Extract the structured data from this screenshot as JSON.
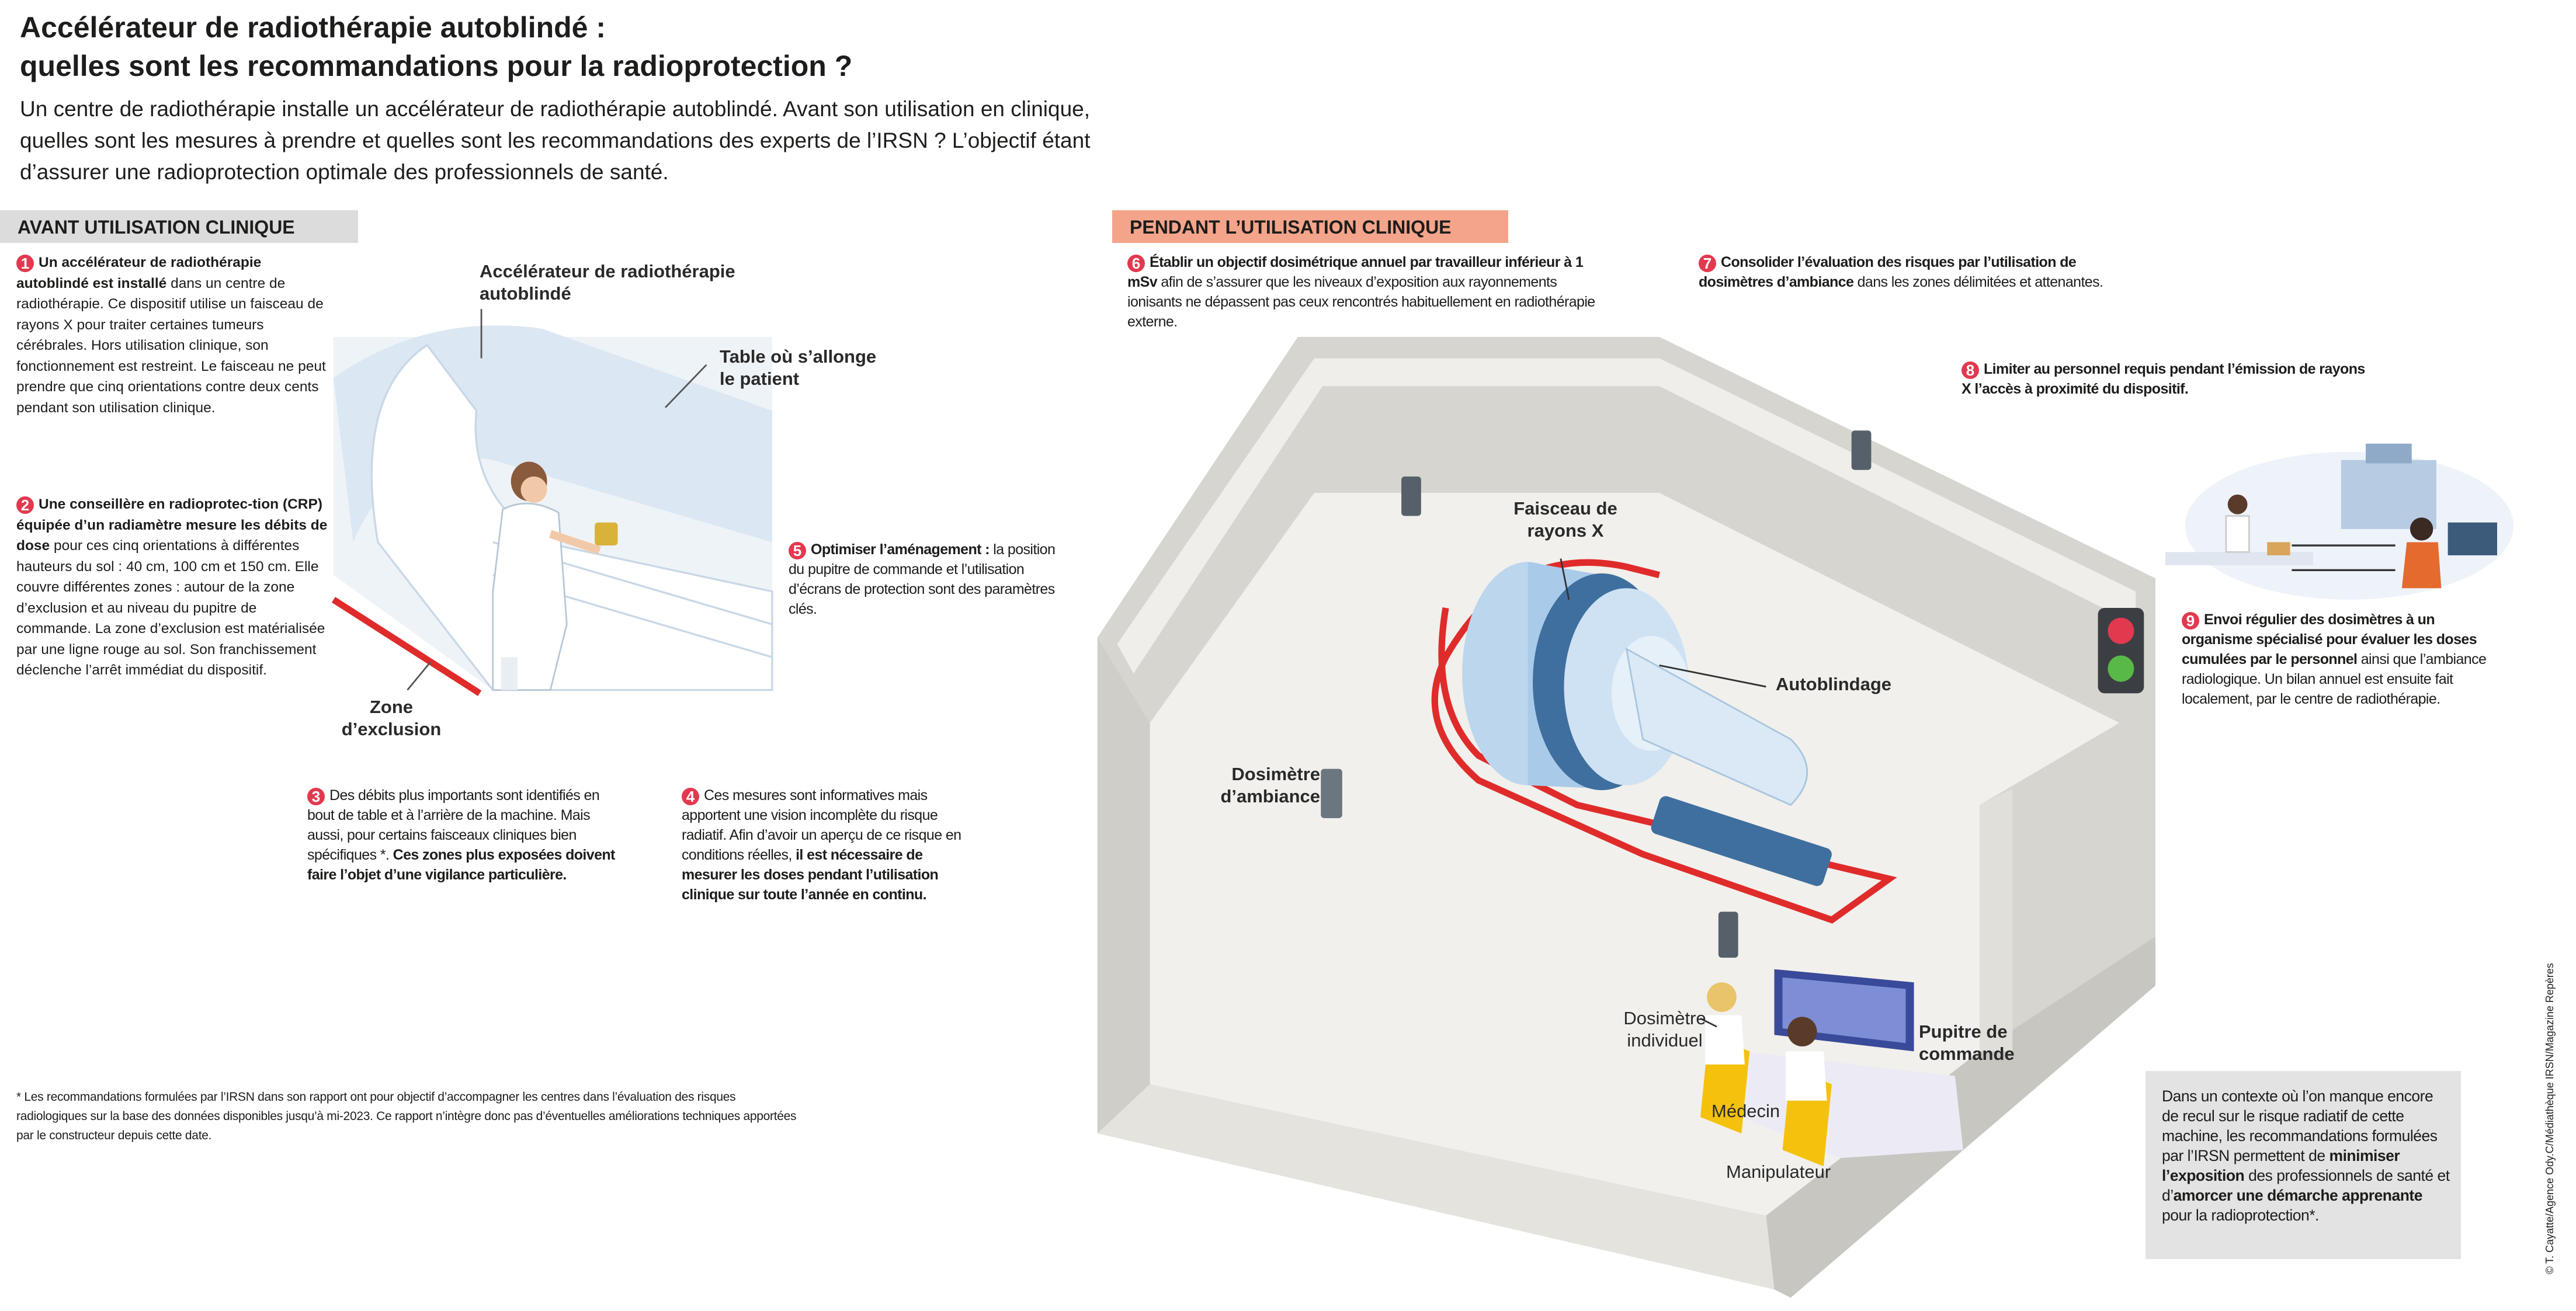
{
  "title": {
    "line1": "Accélérateur de radiothérapie autoblindé :",
    "line2": "quelles sont les recommandations pour la radioprotection ?"
  },
  "intro": "Un centre de radiothérapie installe un accélérateur de radiothérapie autoblindé. Avant son utilisation en clinique, quelles sont les mesures à prendre et quelles sont les recommandations des experts de l’IRSN ? L’objectif étant d’assurer une radioprotection optimale des professionnels de santé.",
  "sections": {
    "avant": "AVANT UTILISATION CLINIQUE",
    "pendant": "PENDANT L’UTILISATION CLINIQUE"
  },
  "items": [
    {
      "num": "1",
      "bold": "Un accélérateur de radiothérapie autoblindé est installé",
      "text": " dans un centre de radiothérapie. Ce dispositif utilise un faisceau de rayons X pour traiter certaines tumeurs cérébrales. Hors utilisation clinique, son fonctionnement est restreint. Le faisceau ne peut prendre que cinq orientations contre deux cents pendant son utilisation clinique."
    },
    {
      "num": "2",
      "bold": "Une conseillère en radioprotec-tion (CRP) équipée d’un radiamètre mesure les débits de dose",
      "text": " pour ces cinq orientations à différentes hauteurs du sol : 40 cm, 100 cm et 150 cm. Elle couvre différentes zones : autour de la zone d’exclusion et au niveau du pupitre de commande. La zone d’exclusion est matérialisée par une ligne rouge au sol. Son franchissement déclenche l’arrêt immédiat du dispositif."
    },
    {
      "num": "3",
      "text": "Des débits plus importants sont identifiés en bout de table et à l’arrière de la machine. Mais aussi, pour certains faisceaux cliniques bien spécifiques *. ",
      "bold": "Ces zones plus exposées doivent faire l’objet d’une vigilance particulière."
    },
    {
      "num": "4",
      "text": "Ces mesures sont informatives mais apportent une vision incomplète du risque radiatif. Afin d’avoir un aperçu de ce risque en conditions réelles, ",
      "bold": "il est nécessaire de mesurer les doses pendant l’utilisation clinique sur toute l’année en continu."
    },
    {
      "num": "5",
      "bold": "Optimiser l’aménagement :",
      "text": " la position du pupitre de commande et l’utilisation d’écrans de protection sont des paramètres clés."
    },
    {
      "num": "6",
      "bold": "Établir un objectif dosimétrique annuel par travailleur inférieur à 1 mSv",
      "text": " afin de s’assurer que les niveaux d’exposition aux rayonnements ionisants ne dépassent pas ceux rencontrés habituellement en radiothérapie externe."
    },
    {
      "num": "7",
      "bold": "Consolider l’évaluation des risques par l’utilisation de dosimètres d’ambiance",
      "text": " dans les zones délimitées et attenantes."
    },
    {
      "num": "8",
      "bold": "Limiter au personnel requis pendant l’émission de rayons X l’accès à proximité du dispositif.",
      "text": ""
    },
    {
      "num": "9",
      "bold": "Envoi régulier des dosimètres à un organisme spécialisé pour évaluer les doses cumulées par le personnel",
      "text": " ainsi que l’ambiance radiologique. Un bilan annuel est ensuite fait localement, par le centre de radiothérapie."
    }
  ],
  "labels": {
    "accelerator": "Accélérateur de radiothérapie autoblindé",
    "table": "Table où s’allonge le patient",
    "exclusion_zone": "Zone d’exclusion",
    "beam": "Faisceau de rayons X",
    "shielding": "Autoblindage",
    "ambient_dosimeter": "Dosimètre d’ambiance",
    "personal_dosimeter": "Dosimètre individuel",
    "console": "Pupitre de commande",
    "doctor": "Médecin",
    "operator": "Manipulateur"
  },
  "footnote": "* Les recommandations formulées par l’IRSN dans son rapport ont pour objectif d’accompagner les centres dans l’évaluation des risques radiologiques sur la base des données disponibles jusqu’à mi-2023. Ce rapport n’intègre donc pas d’éventuelles améliorations techniques apportées par le constructeur depuis cette date.",
  "summary": {
    "p1": "Dans un contexte où l’on manque encore de recul sur le risque radiatif de cette machine, les recommandations formulées par l’IRSN permettent de ",
    "b1": "minimiser l’exposition",
    "p2": " des professionnels de santé et d’",
    "b2": "amorcer une démarche apprenante",
    "p3": " pour la radioprotection*."
  },
  "credit": "© T. Cayatte/Agence Ody.C/Médiathèque IRSN/Magazine Repères",
  "colors": {
    "accent_red": "#e2394f",
    "pendant_bar": "#f4a48a",
    "avant_bar": "#dcdcdc",
    "machine_blue": "#8fb8dc"
  }
}
